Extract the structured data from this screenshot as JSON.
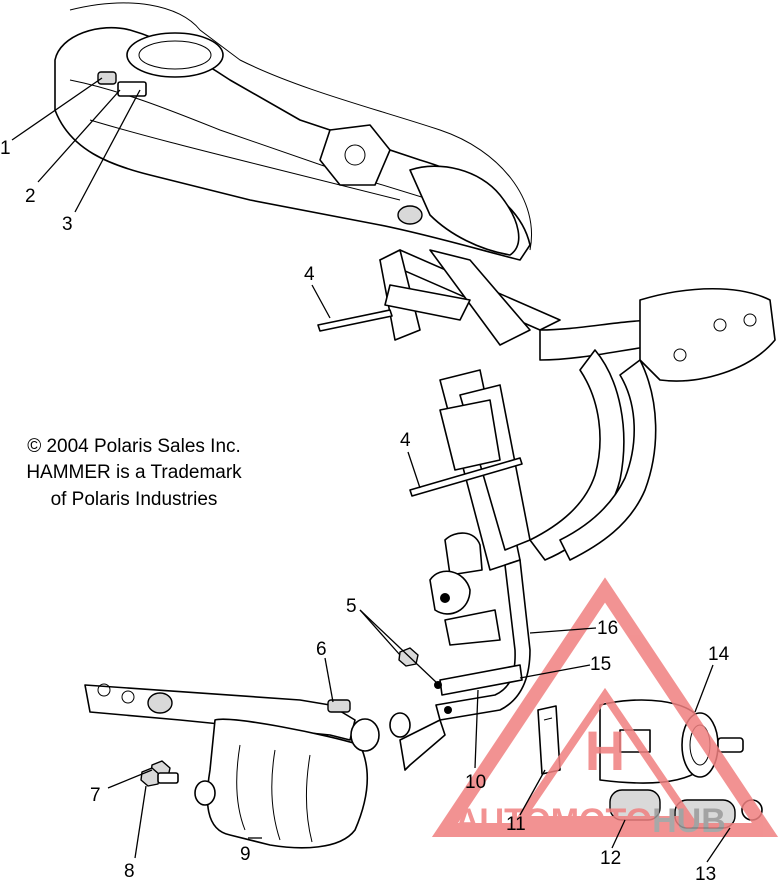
{
  "copyright": {
    "line1": "© 2004 Polaris Sales Inc.",
    "line2": "HAMMER is a Trademark",
    "line3": "of Polaris Industries"
  },
  "callouts": [
    "1",
    "2",
    "3",
    "4",
    "4",
    "5",
    "6",
    "7",
    "8",
    "9",
    "10",
    "11",
    "12",
    "13",
    "14",
    "15",
    "16"
  ],
  "watermark": {
    "text_auto": "AUTO",
    "text_moto": "MOTO",
    "text_hub": "HUB",
    "accent_color": "#f08080",
    "hub_color": "#9a9a9a",
    "letter": "H"
  }
}
